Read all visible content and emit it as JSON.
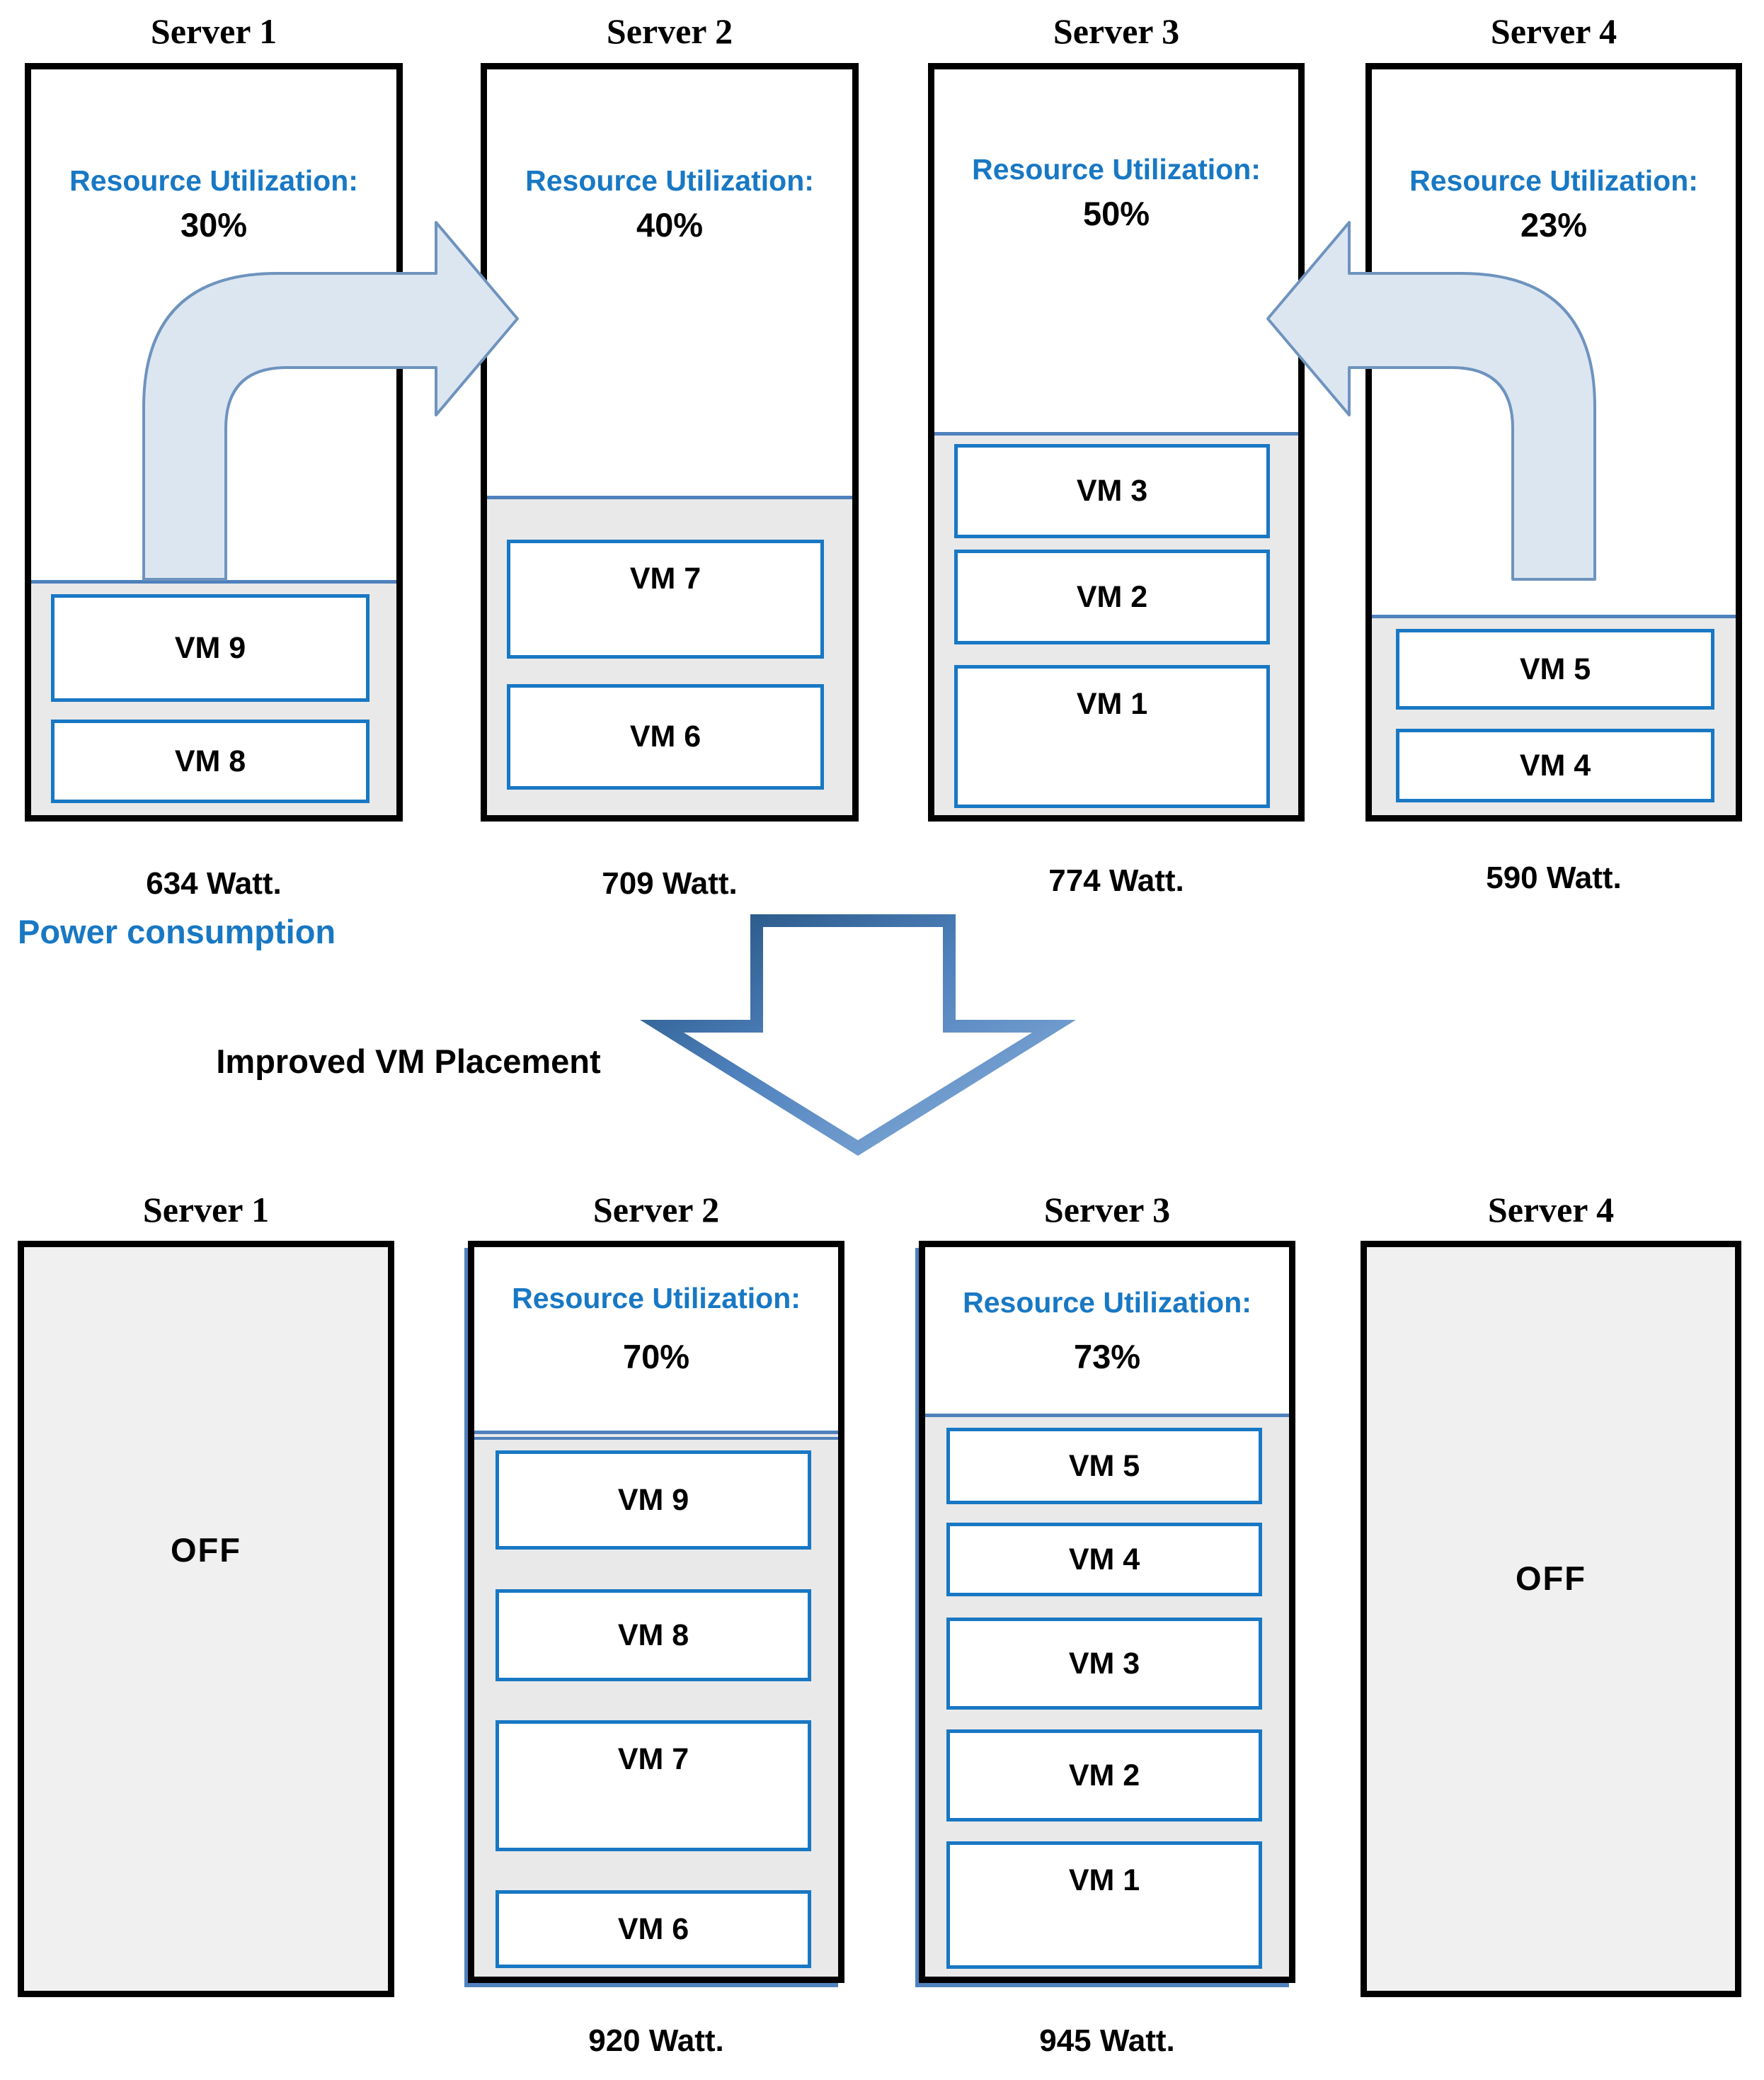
{
  "colors": {
    "accent_blue": "#1878C4",
    "steel_blue": "#4F81BD",
    "migration_arrow_fill": "#DCE6F1",
    "migration_arrow_stroke": "#6E93BE",
    "vm_panel_gray": "#E9E9E9",
    "off_server_gray": "#F0F0F0"
  },
  "top_row": {
    "power_consumption_label": "Power consumption",
    "servers": [
      {
        "title": "Server 1",
        "utilization_label": "Resource Utilization:",
        "utilization": "30%",
        "vms": [
          "VM 9",
          "VM 8"
        ],
        "power": "634 Watt."
      },
      {
        "title": "Server 2",
        "utilization_label": "Resource Utilization:",
        "utilization": "40%",
        "vms": [
          "VM 7",
          "VM 6"
        ],
        "power": "709 Watt."
      },
      {
        "title": "Server 3",
        "utilization_label": "Resource Utilization:",
        "utilization": "50%",
        "vms": [
          "VM 3",
          "VM 2",
          "VM 1"
        ],
        "power": "774 Watt."
      },
      {
        "title": "Server 4",
        "utilization_label": "Resource Utilization:",
        "utilization": "23%",
        "vms": [
          "VM 5",
          "VM 4"
        ],
        "power": "590 Watt."
      }
    ]
  },
  "transition": {
    "label": "Improved VM Placement"
  },
  "bottom_row": {
    "servers": [
      {
        "title": "Server 1",
        "state": "OFF"
      },
      {
        "title": "Server 2",
        "utilization_label": "Resource Utilization:",
        "utilization": "70%",
        "vms": [
          "VM 9",
          "VM 8",
          "VM 7",
          "VM 6"
        ],
        "power": "920 Watt."
      },
      {
        "title": "Server 3",
        "utilization_label": "Resource Utilization:",
        "utilization": "73%",
        "vms": [
          "VM 5",
          "VM 4",
          "VM 3",
          "VM 2",
          "VM 1"
        ],
        "power": "945 Watt."
      },
      {
        "title": "Server 4",
        "state": "OFF"
      }
    ]
  }
}
